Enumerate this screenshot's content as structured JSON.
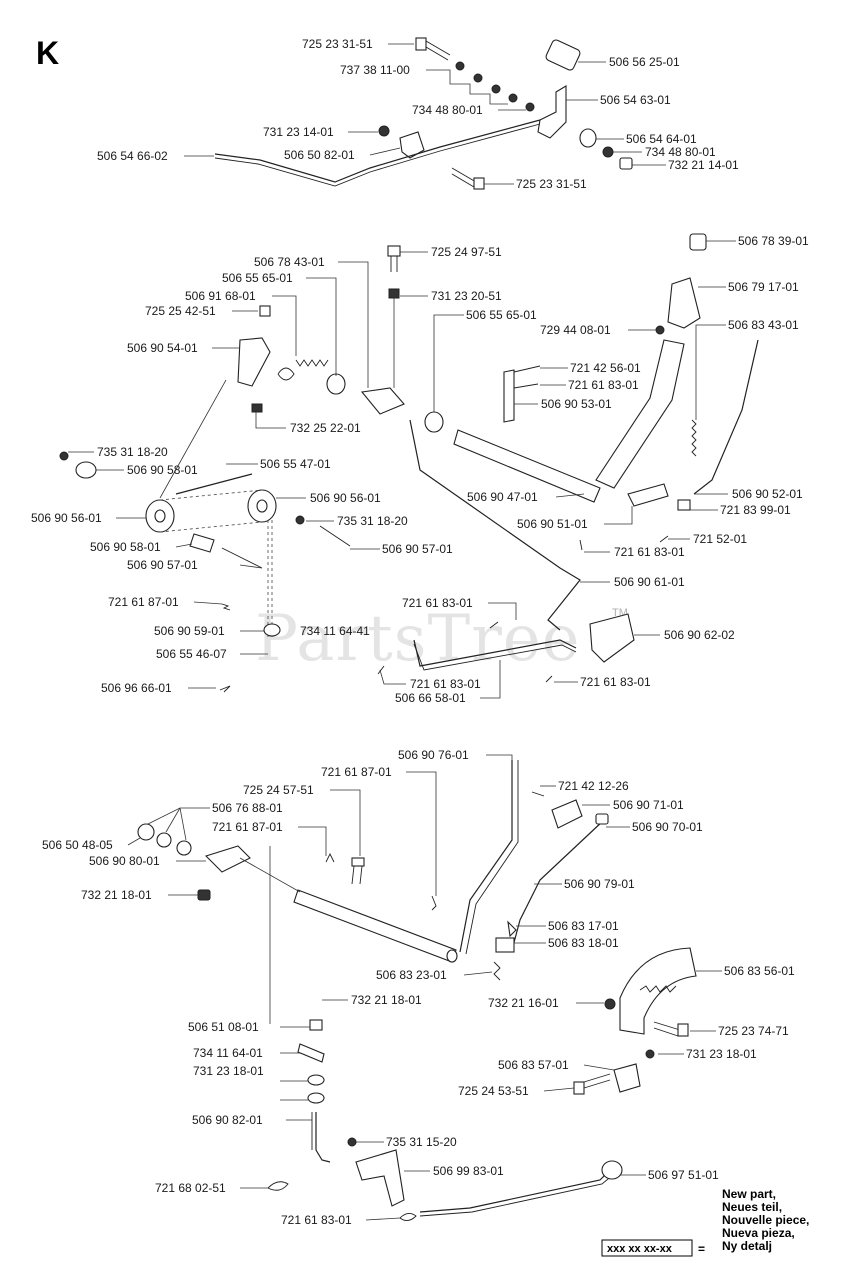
{
  "section_letter": "K",
  "watermark": "PartsTree",
  "watermark_tm": "TM",
  "parts": [
    "725 23 31-51",
    "737 38 11-00",
    "734 48 80-01",
    "506 56 25-01",
    "506 54 63-01",
    "731 23 14-01",
    "506 54 64-01",
    "506 50 82-01",
    "734 48 80-01",
    "506 54 66-02",
    "732 21 14-01",
    "725 23 31-51",
    "506 78 43-01",
    "725 24 97-51",
    "506 78 39-01",
    "506 55 65-01",
    "506 79 17-01",
    "506 91 68-01",
    "731 23 20-51",
    "725 25 42-51",
    "506 55 65-01",
    "729 44 08-01",
    "506 83 43-01",
    "506 90 54-01",
    "721 42 56-01",
    "721 61 83-01",
    "506 90 53-01",
    "732 25 22-01",
    "735 31 18-20",
    "506 90 58-01",
    "506 55 47-01",
    "506 90 56-01",
    "506 90 47-01",
    "506 90 52-01",
    "506 90 56-01",
    "735 31 18-20",
    "506 90 51-01",
    "721 83 99-01",
    "721 52-01",
    "506 90 58-01",
    "506 90 57-01",
    "721 61 83-01",
    "506 90 57-01",
    "506 90 61-01",
    "721 61 87-01",
    "721 61 83-01",
    "506 90 59-01",
    "734 11 64-41",
    "506 90 62-02",
    "506 55 46-07",
    "506 96 66-01",
    "721 61 83-01",
    "721 61 83-01",
    "506 66 58-01",
    "506 90 76-01",
    "721 61 87-01",
    "721 42 12-26",
    "725 24 57-51",
    "506 90 71-01",
    "506 76 88-01",
    "721 61 87-01",
    "506 90 70-01",
    "506 50 48-05",
    "506 90 80-01",
    "506 90 79-01",
    "732 21 18-01",
    "506 83 17-01",
    "506 83 18-01",
    "506 83 23-01",
    "506 83 56-01",
    "732 21 18-01",
    "732 21 16-01",
    "506 51 08-01",
    "725 23 74-71",
    "734 11 64-01",
    "731 23 18-01",
    "506 83 57-01",
    "731 23 18-01",
    "725 24 53-51",
    "506 90 82-01",
    "735 31 15-20",
    "506 99 83-01",
    "721 68 02-51",
    "506 97 51-01",
    "721 61 83-01"
  ],
  "legend": {
    "lines": [
      "New part,",
      "Neues teil,",
      "Nouvelle piece,",
      "Nueva pieza,",
      "Ny detalj"
    ],
    "box": "xxx xx xx-xx",
    "equals": "="
  }
}
